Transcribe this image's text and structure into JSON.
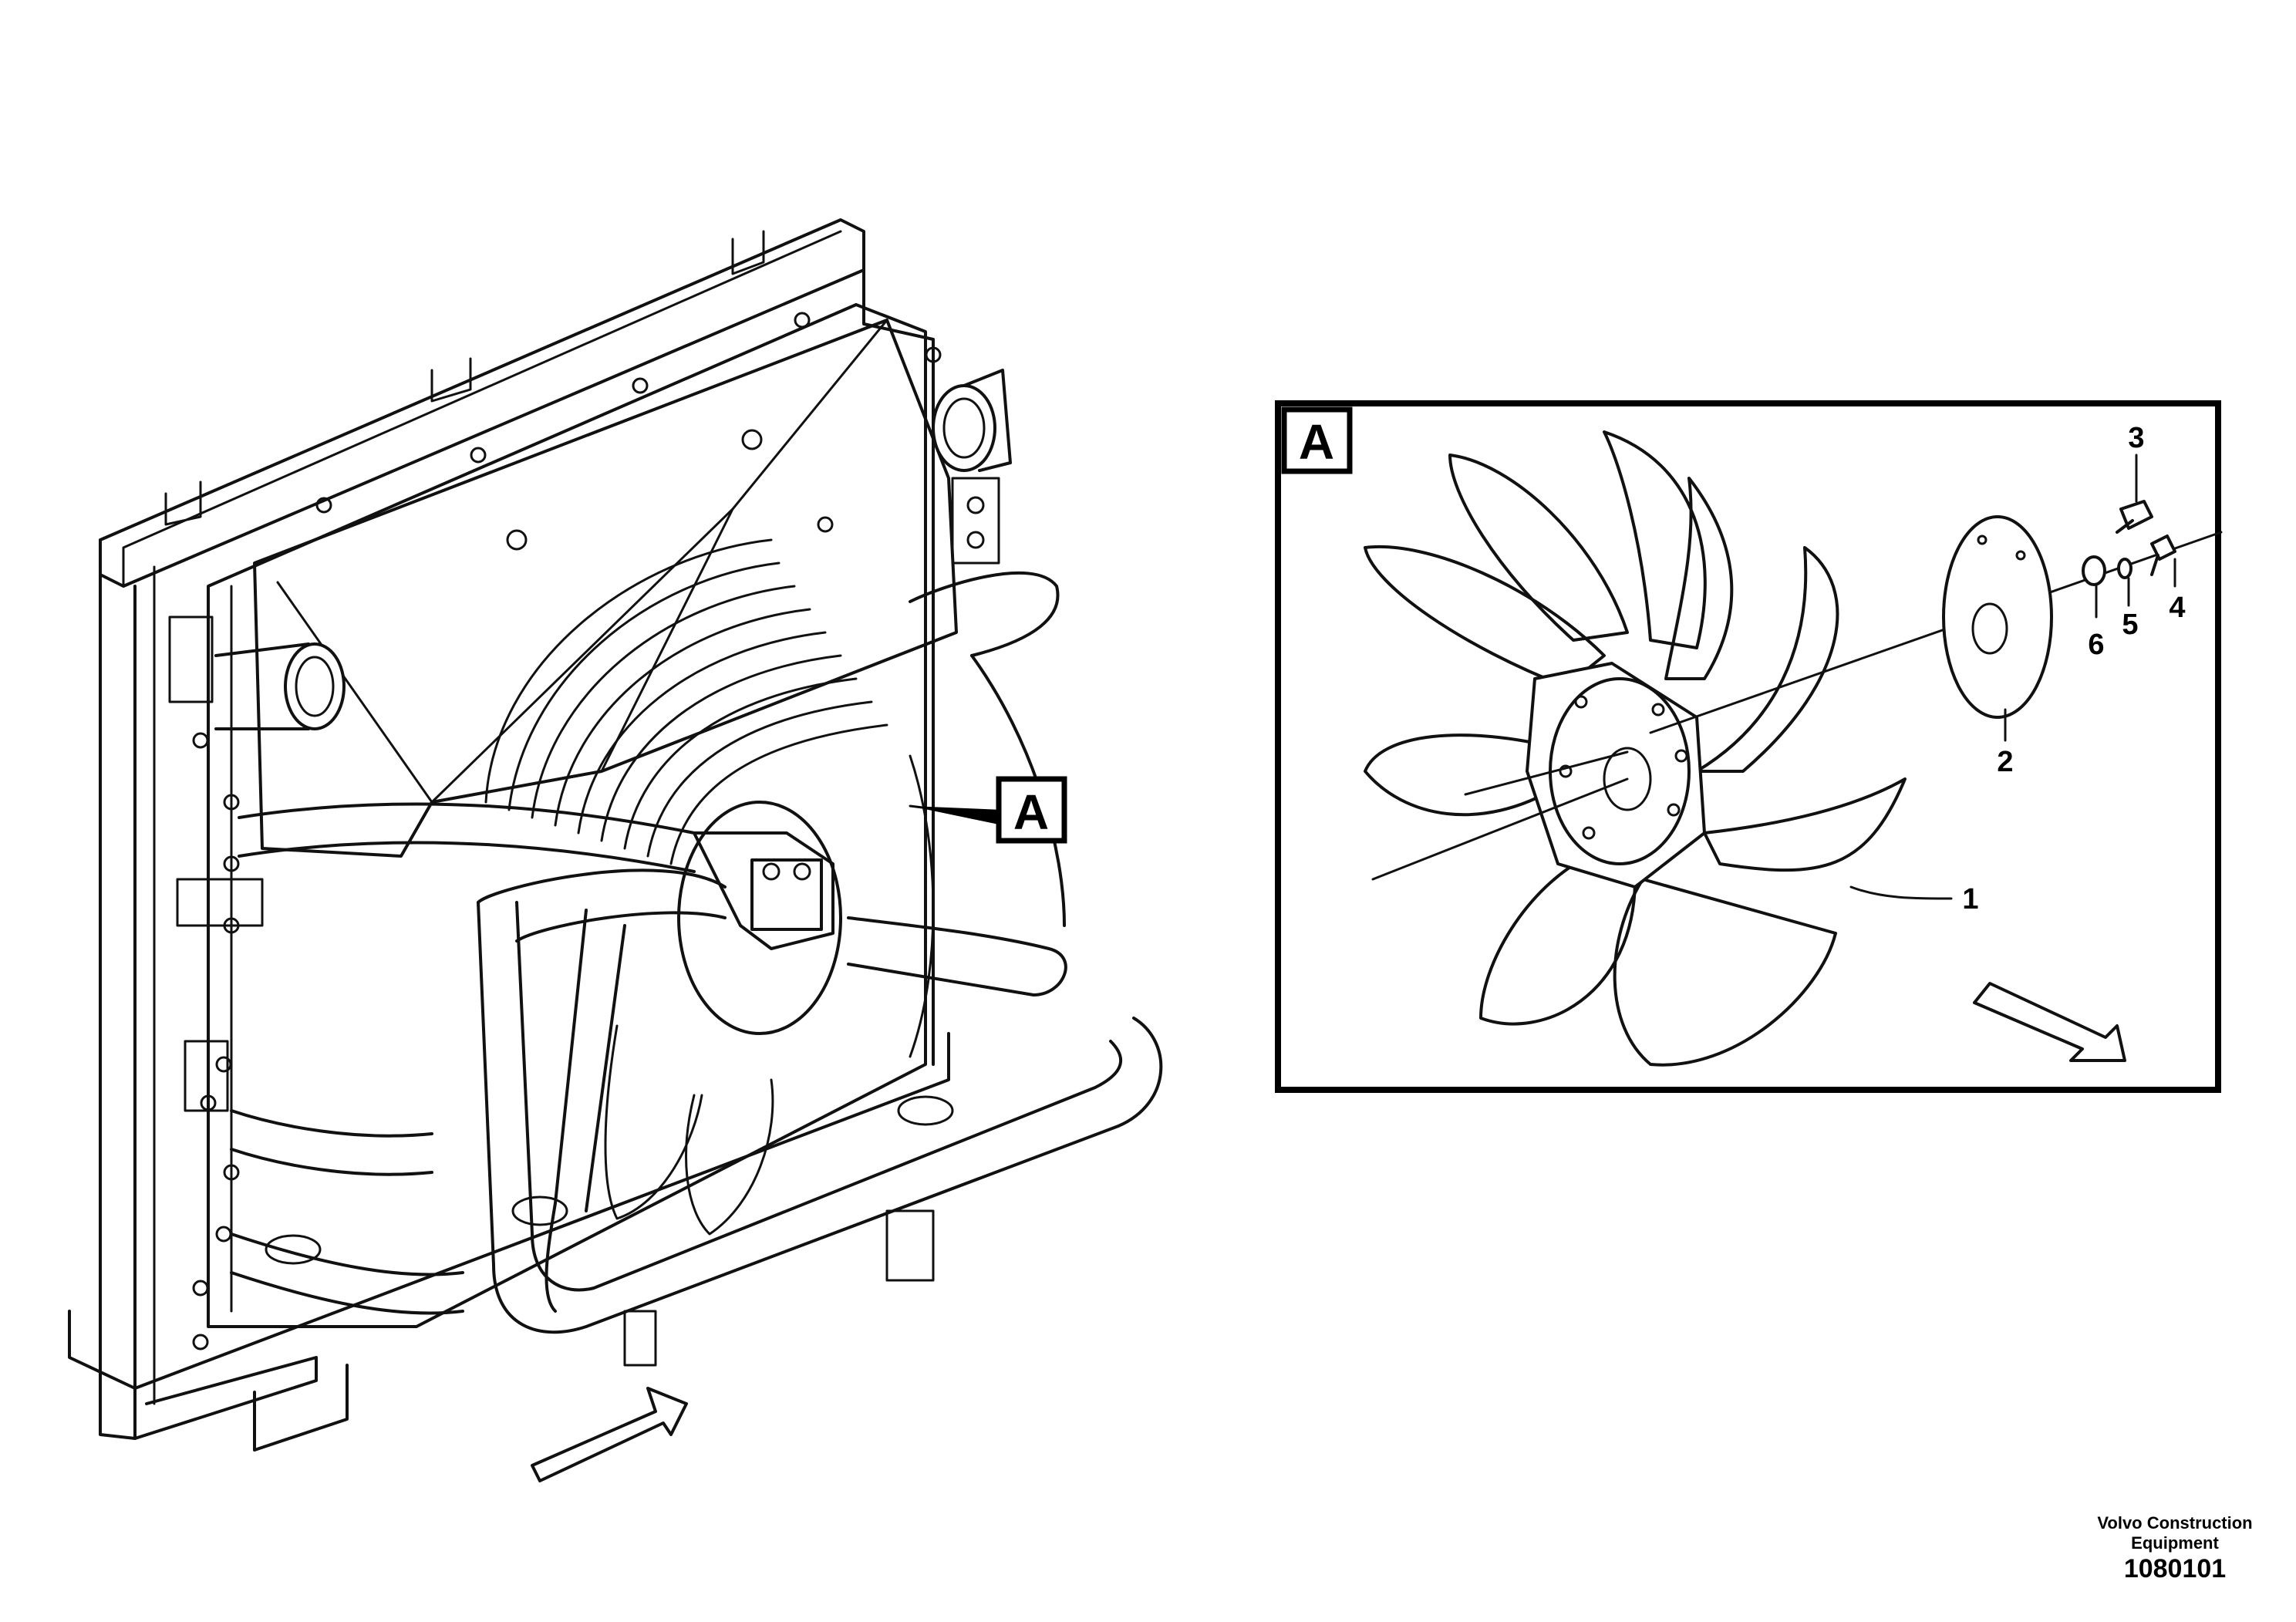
{
  "view_label": "A",
  "detail": {
    "label": "A",
    "callouts": [
      {
        "id": "1",
        "text": "1"
      },
      {
        "id": "2",
        "text": "2"
      },
      {
        "id": "3",
        "text": "3"
      },
      {
        "id": "4",
        "text": "4"
      },
      {
        "id": "5",
        "text": "5"
      },
      {
        "id": "6",
        "text": "6"
      }
    ]
  },
  "footer": {
    "publisher_line1": "Volvo Construction",
    "publisher_line2": "Equipment",
    "doc_number": "1080101"
  },
  "icons": [
    "airflow-arrow-icon",
    "airflow-arrow-icon"
  ]
}
